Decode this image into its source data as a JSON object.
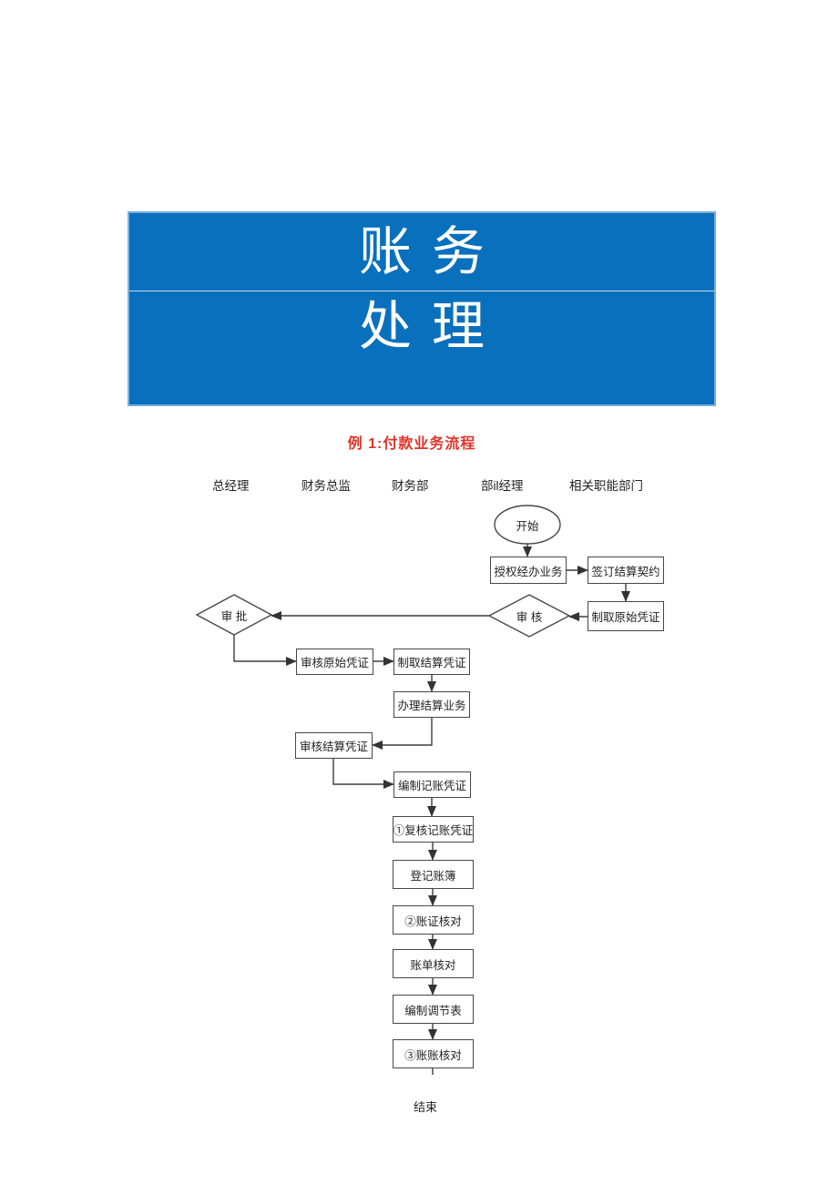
{
  "banner": {
    "line1": "账务",
    "line2": "处理",
    "bg_color": "#0970bd",
    "text_color": "#ffffff"
  },
  "section_title": {
    "text": "例 1:付款业务流程",
    "color": "#e0342a"
  },
  "lanes": {
    "headers": [
      "总经理",
      "财务总监",
      "财务部",
      "部il经理",
      "相关职能部门"
    ]
  },
  "flowchart": {
    "stroke_color": "#474747",
    "nodes": [
      {
        "id": "start",
        "type": "ellipse",
        "label": "开始"
      },
      {
        "id": "authorize",
        "type": "rect",
        "label": "授权经办业务"
      },
      {
        "id": "sign-contract",
        "type": "rect",
        "label": "签订结算契约"
      },
      {
        "id": "obtain-original",
        "type": "rect",
        "label": "制取原始凭证"
      },
      {
        "id": "review",
        "type": "diamond",
        "label": "审 核"
      },
      {
        "id": "approve",
        "type": "diamond",
        "label": "审 批"
      },
      {
        "id": "review-original",
        "type": "rect",
        "label": "审核原始凭证"
      },
      {
        "id": "obtain-settlement",
        "type": "rect",
        "label": "制取结算凭证"
      },
      {
        "id": "handle-settlement",
        "type": "rect",
        "label": "办理结算业务"
      },
      {
        "id": "review-settlement",
        "type": "rect",
        "label": "审核结算凭证"
      },
      {
        "id": "prepare-voucher",
        "type": "rect",
        "label": "编制记账凭证"
      },
      {
        "id": "recheck-voucher",
        "type": "rect",
        "label": "①复核记账凭证"
      },
      {
        "id": "register-ledger",
        "type": "rect",
        "label": "登记账簿"
      },
      {
        "id": "verify-account-voucher",
        "type": "rect",
        "label": "②账证核对"
      },
      {
        "id": "verify-bill",
        "type": "rect",
        "label": "账单核对"
      },
      {
        "id": "prepare-reconciliation",
        "type": "rect",
        "label": "编制调节表"
      },
      {
        "id": "verify-account-account",
        "type": "rect",
        "label": "③账账核对"
      },
      {
        "id": "end",
        "type": "text",
        "label": "结束"
      }
    ],
    "edges": [
      {
        "from": "start",
        "to": "authorize"
      },
      {
        "from": "authorize",
        "to": "sign-contract"
      },
      {
        "from": "sign-contract",
        "to": "obtain-original"
      },
      {
        "from": "obtain-original",
        "to": "review"
      },
      {
        "from": "review",
        "to": "approve"
      },
      {
        "from": "approve",
        "to": "review-original"
      },
      {
        "from": "review-original",
        "to": "obtain-settlement"
      },
      {
        "from": "obtain-settlement",
        "to": "handle-settlement"
      },
      {
        "from": "handle-settlement",
        "to": "review-settlement"
      },
      {
        "from": "review-settlement",
        "to": "prepare-voucher"
      },
      {
        "from": "prepare-voucher",
        "to": "recheck-voucher"
      },
      {
        "from": "recheck-voucher",
        "to": "register-ledger"
      },
      {
        "from": "register-ledger",
        "to": "verify-account-voucher"
      },
      {
        "from": "verify-account-voucher",
        "to": "verify-bill"
      },
      {
        "from": "verify-bill",
        "to": "prepare-reconciliation"
      },
      {
        "from": "prepare-reconciliation",
        "to": "verify-account-account"
      },
      {
        "from": "verify-account-account",
        "to": "end"
      }
    ]
  }
}
